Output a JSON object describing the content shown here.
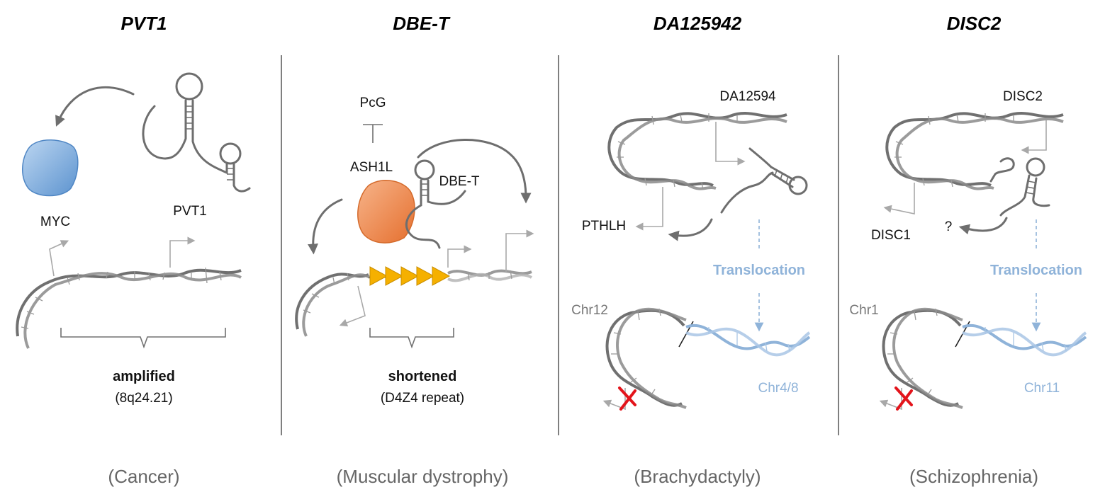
{
  "panels": [
    {
      "title": "PVT1",
      "labels": {
        "protein": "MYC",
        "gene": "PVT1"
      },
      "bracket_label": "amplified",
      "bracket_sub": "(8q24.21)",
      "disease": "(Cancer)"
    },
    {
      "title": "DBE-T",
      "labels": {
        "pcg": "PcG",
        "ash1l": "ASH1L",
        "rna": "DBE-T"
      },
      "bracket_label": "shortened",
      "bracket_sub": "(D4Z4 repeat)",
      "disease": "(Muscular dystrophy)"
    },
    {
      "title": "DA125942",
      "labels": {
        "rna": "DA12594",
        "target": "PTHLH",
        "translocation": "Translocation",
        "chr_a": "Chr12",
        "chr_b": "Chr4/8"
      },
      "disease": "(Brachydactyly)"
    },
    {
      "title": "DISC2",
      "labels": {
        "rna": "DISC2",
        "target": "DISC1",
        "unknown": "?",
        "translocation": "Translocation",
        "chr_a": "Chr1",
        "chr_b": "Chr11"
      },
      "disease": "(Schizophrenia)"
    }
  ],
  "colors": {
    "dna": "#6e6e6e",
    "protein_blue": "#7faee0",
    "protein_orange": "#ef8a4e",
    "repeat_yellow": "#f5b000",
    "translocation_blue": "#8fb3d9",
    "disruption_red": "#e3141b"
  }
}
